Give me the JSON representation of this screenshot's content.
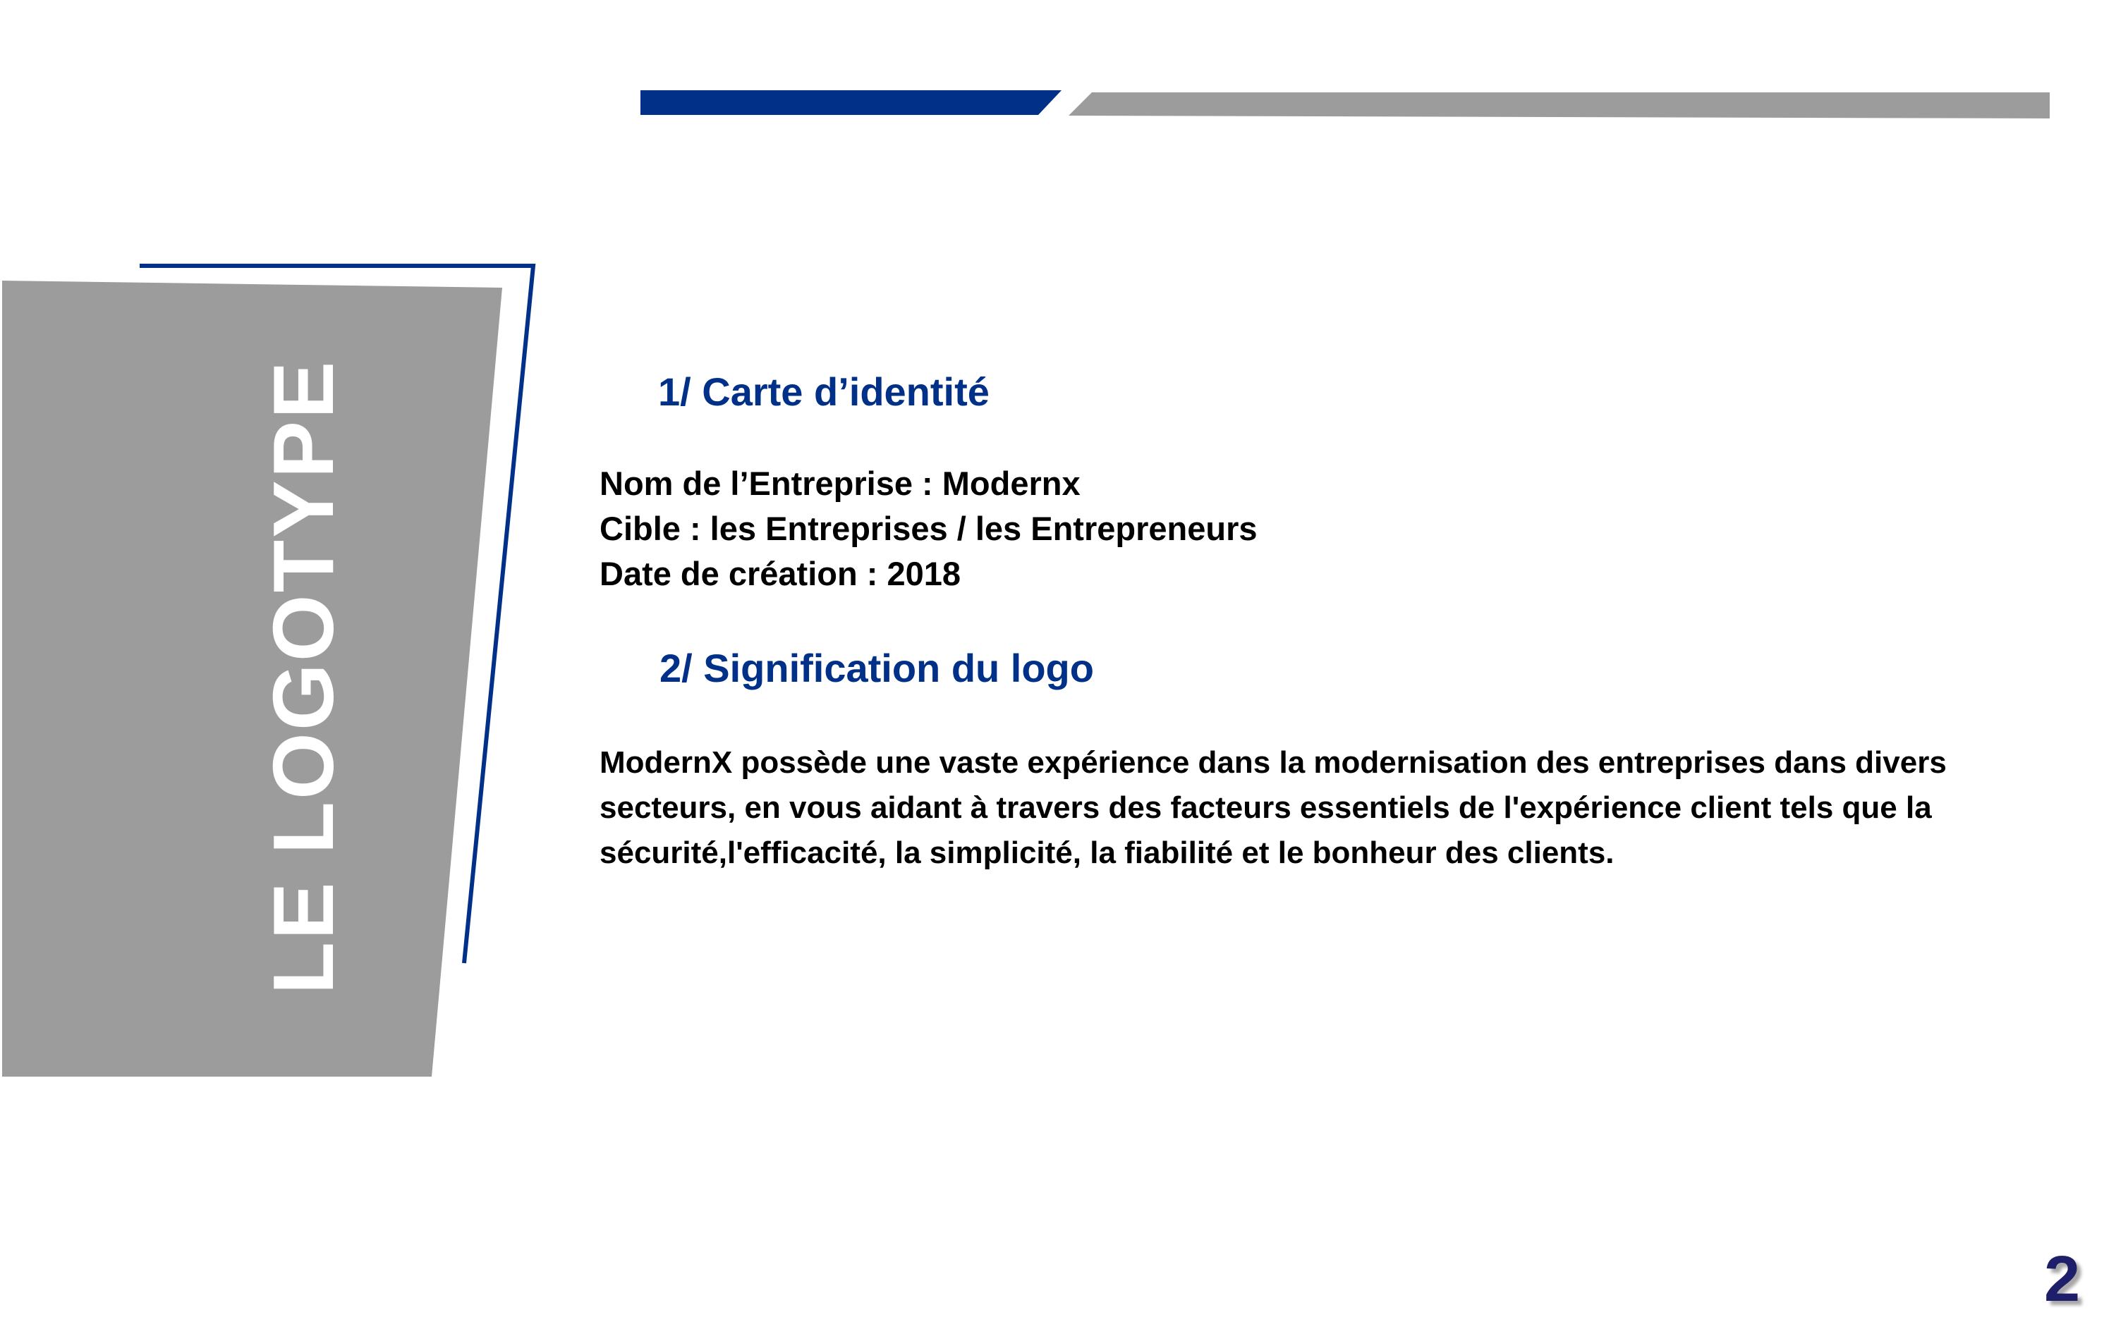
{
  "slide": {
    "side_title": "LE LOGOTYPE",
    "section1": {
      "heading": "1/ Carte d’identité",
      "lines": [
        "Nom de l’Entreprise : Modernx",
        "Cible : les Entreprises / les Entrepreneurs",
        "Date de création : 2018"
      ]
    },
    "section2": {
      "heading": "2/ Signification du logo",
      "paragraph": "ModernX possède une vaste expérience dans la modernisation des entreprises dans divers secteurs, en vous aidant à travers des facteurs essentiels de l'expérience client tels que la sécurité,l'efficacité, la simplicité, la fiabilité et le bonheur des clients."
    },
    "page_number": "2"
  },
  "colors": {
    "brand_blue": "#003087",
    "heading_blue": "#003087",
    "panel_gray": "#9c9c9c",
    "page_number": "#1d1f6b"
  }
}
